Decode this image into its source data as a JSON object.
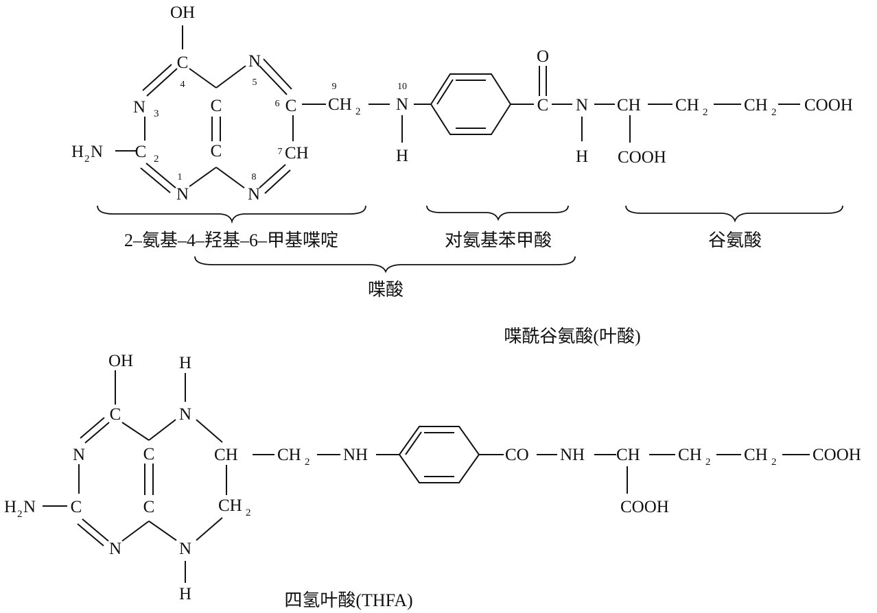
{
  "folic": {
    "oh": "OH",
    "c4": "C",
    "n5": "N",
    "n3": "N",
    "c_top": "C",
    "c_bot": "C",
    "c6": "C",
    "ch2": "CH",
    "nh_n": "N",
    "nh_h": "H",
    "h2n": "H",
    "c2": "C",
    "ch7": "CH",
    "n1": "N",
    "n8": "N",
    "o": "O",
    "c_carbonyl": "C",
    "n_amide": "N",
    "h_amide": "H",
    "ch_alpha": "CH",
    "ch2_a": "CH",
    "ch2_b": "CH",
    "cooh_end": "COOH",
    "cooh_alpha": "COOH",
    "sub_2": "2",
    "sub_3": "3",
    "pos": {
      "p1": "1",
      "p2": "2",
      "p4": "4",
      "p5": "5",
      "p6": "6",
      "p7": "7",
      "p8": "8",
      "p9": "9",
      "p10": "10"
    }
  },
  "labels": {
    "pteridine": "2–氨基–4–羟基–6–甲基喋啶",
    "paba": "对氨基苯甲酸",
    "glutamate": "谷氨酸",
    "pteroic": "喋酸",
    "folic_acid": "喋酰谷氨酸(叶酸)",
    "thfa": "四氢叶酸(THFA)"
  },
  "thfa": {
    "oh": "OH",
    "c_top": "C",
    "h_n5": "H",
    "n5": "N",
    "n3": "N",
    "c_ring_top": "C",
    "ch6": "CH",
    "ch2_link": "CH",
    "nh": "NH",
    "h2n": "H",
    "c2": "C",
    "c_ring_bot": "C",
    "ch2_7": "CH",
    "n1": "N",
    "n8": "N",
    "h_n8": "H",
    "co": "CO",
    "nh_amide": "NH",
    "ch_alpha": "CH",
    "ch2_a": "CH",
    "ch2_b": "CH",
    "cooh_end": "COOH",
    "cooh_alpha": "COOH",
    "sub_2": "2"
  }
}
